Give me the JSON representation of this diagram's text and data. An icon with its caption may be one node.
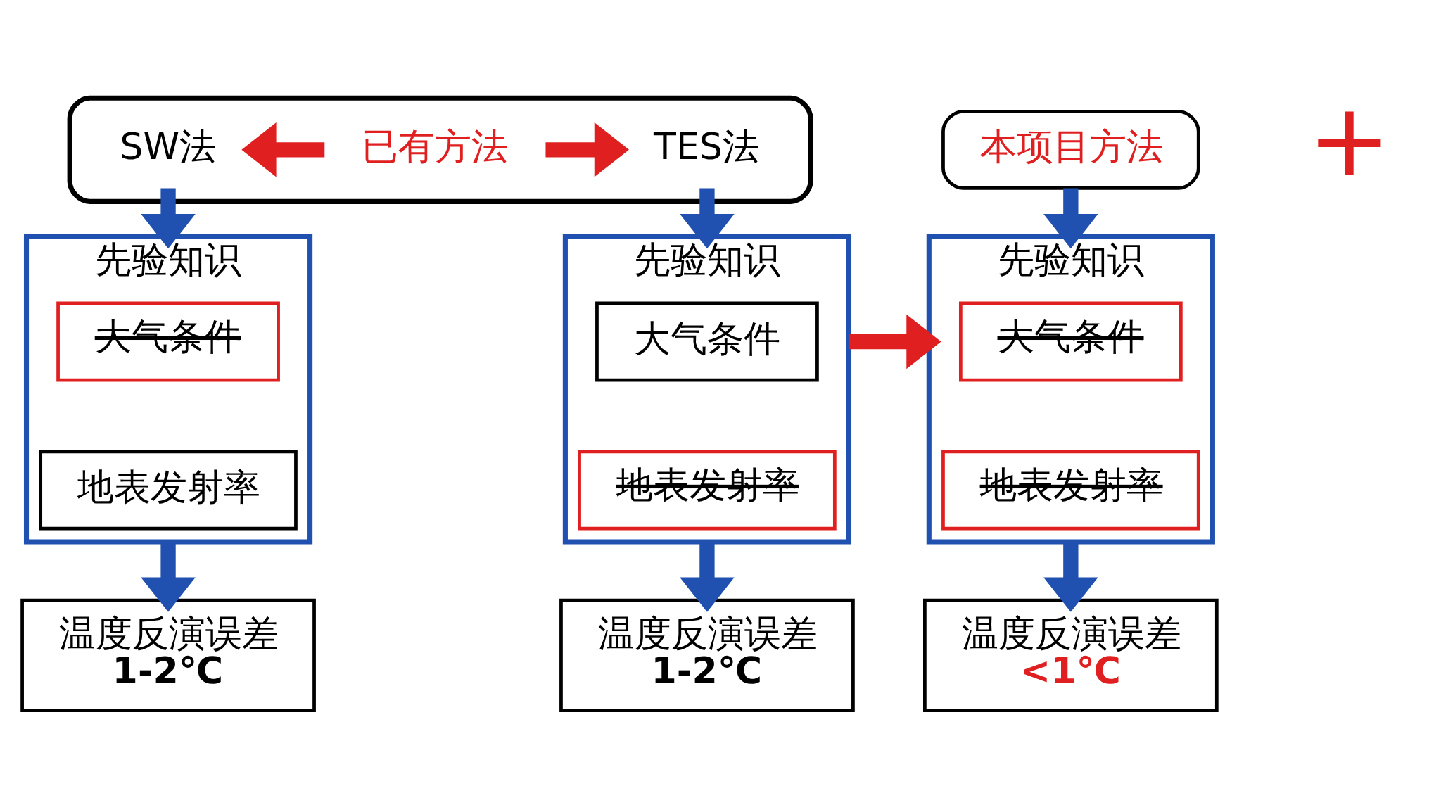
{
  "diagram": {
    "nodes": [
      {
        "text": [],
        "shape": "box"
      },
      {
        "text": [
          "SW法"
        ],
        "in": 0
      },
      {
        "text": [
          "已有方法"
        ],
        "in": 0
      },
      {
        "text": [
          "TES法"
        ],
        "in": 0
      },
      {
        "text": [
          "本项目方法"
        ]
      },
      {
        "text": [
          "先验知识"
        ]
      },
      {
        "text": [
          "大气条件"
        ],
        "in": 5
      },
      {
        "text": [
          "地表发射率"
        ],
        "in": 5
      },
      {
        "text": [
          "先验知识"
        ]
      },
      {
        "text": [
          "大气条件"
        ],
        "in": 8
      },
      {
        "text": [
          "地表发射率"
        ],
        "in": 8
      },
      {
        "text": [
          "先验知识"
        ]
      },
      {
        "text": [
          "大气条件"
        ],
        "in": 11
      },
      {
        "text": [
          "地表发射率"
        ],
        "in": 11
      },
      {
        "text": [
          "温度反演误差",
          "1-2℃"
        ]
      },
      {
        "text": [
          "温度反演误差",
          "1-2℃"
        ]
      },
      {
        "text": [
          "温度反演误差",
          "<1℃"
        ]
      }
    ],
    "edges": [
      {
        "from": 2,
        "to": 1,
        "arrow": "to",
        "color": "#e02020"
      },
      {
        "from": 2,
        "to": 3,
        "arrow": "to",
        "color": "#e02020"
      },
      {
        "from": 1,
        "to": 5,
        "arrow": "to"
      },
      {
        "from": 3,
        "to": 8,
        "arrow": "to"
      },
      {
        "from": 4,
        "to": 11,
        "arrow": "to"
      },
      {
        "from": 8,
        "to": 11,
        "arrow": "to",
        "color": "#e02020"
      },
      {
        "from": 5,
        "to": 14,
        "arrow": "to"
      },
      {
        "from": 8,
        "to": 15,
        "arrow": "to"
      },
      {
        "from": 11,
        "to": 16,
        "arrow": "to"
      }
    ],
    "labels": [
      "+"
    ]
  }
}
